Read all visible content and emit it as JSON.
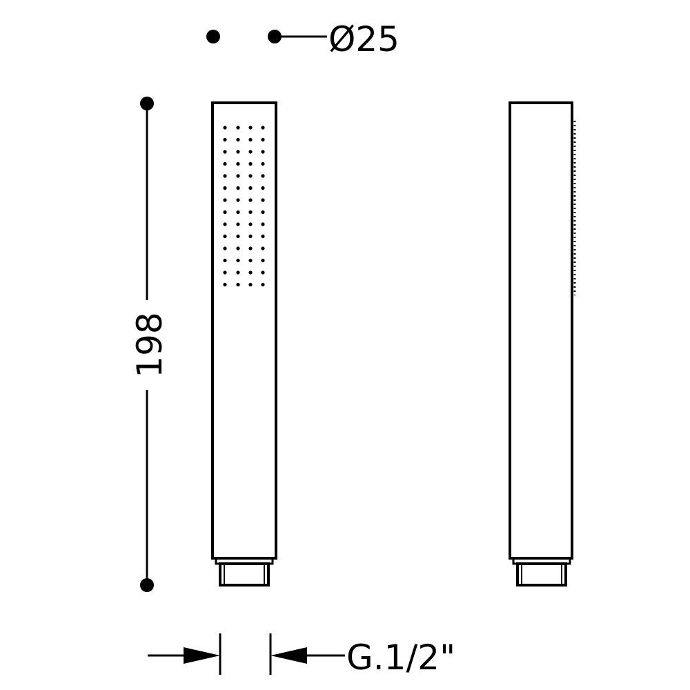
{
  "drawing": {
    "line_color": "#000000",
    "background": "#ffffff"
  },
  "dimensions": {
    "diameter": "Ø25",
    "height": "198",
    "connection": "G.1/2\""
  }
}
